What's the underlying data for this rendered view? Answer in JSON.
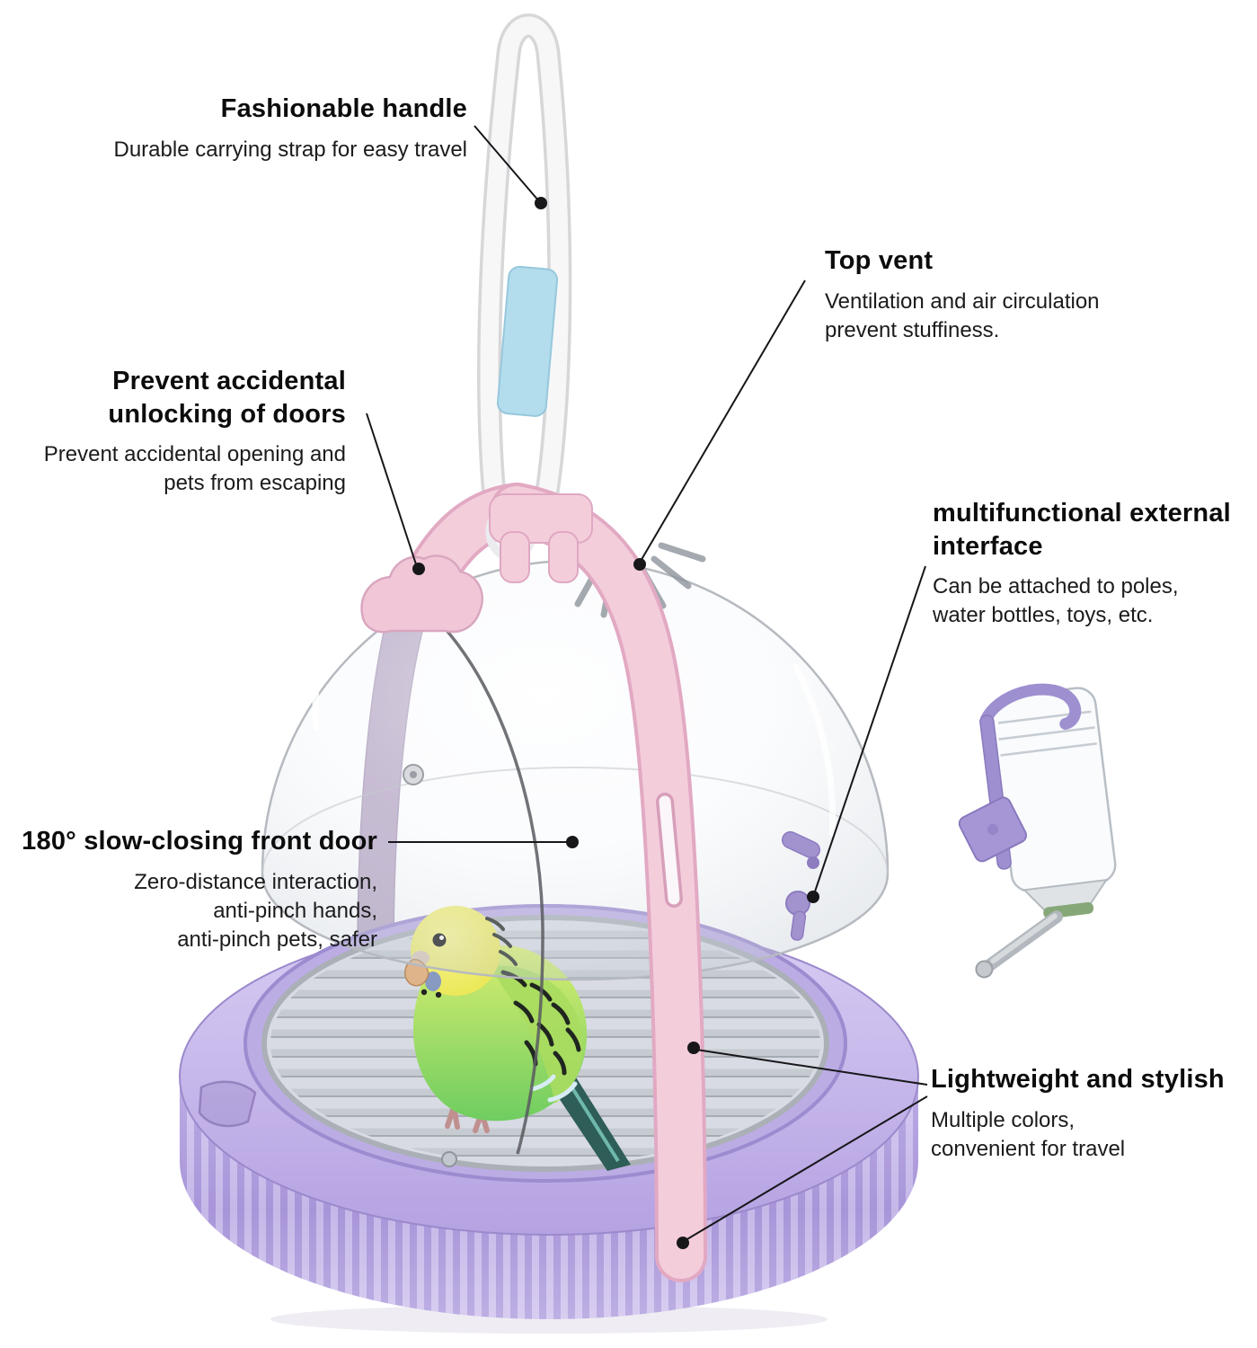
{
  "figure": {
    "subject": "transparent dome bird travel carrier with budgie",
    "accessory": "hanging water bottle"
  },
  "colors": {
    "base_purple": "#b3a0e0",
    "strap_pink": "#f4cddb",
    "sleeve_blue": "#b3dcec",
    "dome_gray": "#b6bac0",
    "text_black": "#0c0c0c"
  },
  "callouts": {
    "handle": {
      "title": "Fashionable handle",
      "desc": "Durable carrying strap for easy travel"
    },
    "vent": {
      "title": "Top vent",
      "desc": "Ventilation and air circulation\nprevent stuffiness."
    },
    "lock": {
      "title": "Prevent accidental\nunlocking of doors",
      "desc": "Prevent accidental opening and\npets from escaping"
    },
    "interface": {
      "title": "multifunctional external\ninterface",
      "desc": "Can be attached to poles,\nwater bottles, toys, etc."
    },
    "door": {
      "title": "180° slow-closing front door",
      "desc": "Zero-distance interaction,\nanti-pinch hands,\nanti-pinch pets, safer"
    },
    "lightweight": {
      "title": "Lightweight and stylish",
      "desc": "Multiple colors,\nconvenient for travel"
    }
  }
}
